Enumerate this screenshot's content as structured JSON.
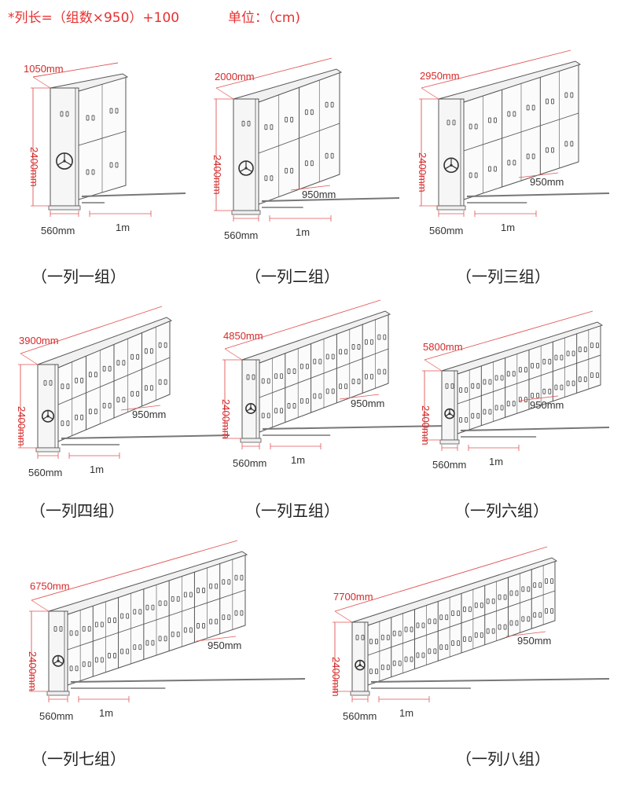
{
  "header": {
    "formula": "*列长=（组数×950）+100",
    "unit": "单位：（cm)"
  },
  "colors": {
    "accent": "#e8302f",
    "dimension_line": "#e05555",
    "cabinet_line": "#555555"
  },
  "cabinets": [
    {
      "caption": "（一列一组）",
      "length_label": "1050mm",
      "height_label": "2400mm",
      "base_label": "560mm",
      "rail_label": "1m",
      "groups": 1
    },
    {
      "caption": "（一列二组）",
      "length_label": "2000mm",
      "height_label": "2400mm",
      "base_label": "560mm",
      "rail_label": "1m",
      "depth_label": "950mm",
      "groups": 2
    },
    {
      "caption": "（一列三组）",
      "length_label": "2950mm",
      "height_label": "2400mm",
      "base_label": "560mm",
      "rail_label": "1m",
      "depth_label": "950mm",
      "groups": 3
    },
    {
      "caption": "（一列四组）",
      "length_label": "3900mm",
      "height_label": "2400mm",
      "base_label": "560mm",
      "rail_label": "1m",
      "depth_label": "950mm",
      "groups": 4
    },
    {
      "caption": "（一列五组）",
      "length_label": "4850mm",
      "height_label": "2400mm",
      "base_label": "560mm",
      "rail_label": "1m",
      "depth_label": "950mm",
      "groups": 5
    },
    {
      "caption": "（一列六组）",
      "length_label": "5800mm",
      "height_label": "2400mm",
      "base_label": "560mm",
      "rail_label": "1m",
      "depth_label": "950mm",
      "groups": 6
    },
    {
      "caption": "（一列七组）",
      "length_label": "6750mm",
      "height_label": "2400mm",
      "base_label": "560mm",
      "rail_label": "1m",
      "depth_label": "950mm",
      "groups": 7
    },
    {
      "caption": "（一列八组）",
      "length_label": "7700mm",
      "height_label": "2400mm",
      "base_label": "560mm",
      "rail_label": "1m",
      "depth_label": "950mm",
      "groups": 8
    }
  ]
}
